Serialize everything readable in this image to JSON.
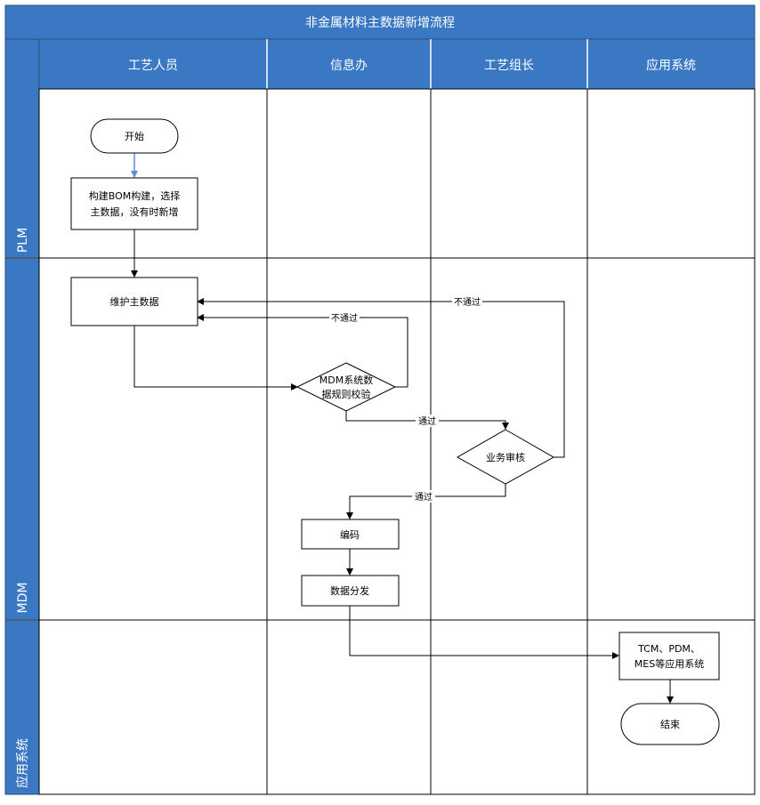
{
  "title": "非金属材料主数据新增流程",
  "columns": [
    "工艺人员",
    "信息办",
    "工艺组长",
    "应用系统"
  ],
  "rows": [
    "PLM",
    "MDM",
    "应用系统"
  ],
  "nodes": {
    "start": "开始",
    "build_bom_line1": "构建BOM构建，选择",
    "build_bom_line2": "主数据，没有时新增",
    "maintain": "维护主数据",
    "mdm_check_line1": "MDM系统数",
    "mdm_check_line2": "据规则校验",
    "review": "业务审核",
    "encode": "编码",
    "distribute": "数据分发",
    "apps_line1": "TCM、PDM、",
    "apps_line2": "MES等应用系统",
    "end": "结束"
  },
  "edge_labels": {
    "reject_review": "不通过",
    "reject_check": "不通过",
    "pass_check": "通过",
    "pass_review": "通过"
  },
  "colors": {
    "header": "#3a78c3",
    "border": "#2b4f7a",
    "line": "#000000",
    "start_arrow": "#5b8ed1"
  }
}
